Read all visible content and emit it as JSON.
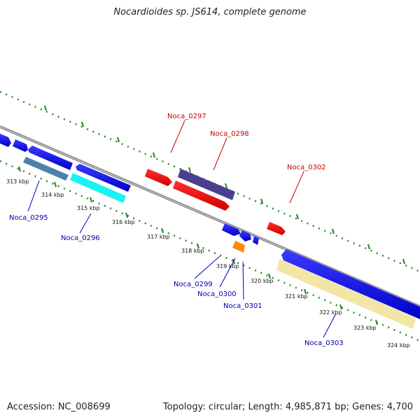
{
  "title": "Nocardioides sp. JS614, complete genome",
  "footer": {
    "accession": "Accession: NC_008699",
    "info": "Topology: circular; Length: 4,985,871 bp; Genes: 4,700"
  },
  "colors": {
    "backbone": "#8c8c8c",
    "dotted_track": "#2e8b2e",
    "forward_label": "#cc0000",
    "reverse_label": "#0000aa",
    "forward_gene": "#ff0000",
    "reverse_gene": "#1010ee",
    "slate_gene": "#4e7fae",
    "purple_gene": "#4a3f8f",
    "cyan_gene": "#19f2f2",
    "orange_gene": "#ff8c00",
    "khaki_gene": "#f2e6a6"
  },
  "ticks": [
    {
      "label": "313 kbp"
    },
    {
      "label": "314 kbp"
    },
    {
      "label": "315 kbp"
    },
    {
      "label": "316 kbp"
    },
    {
      "label": "317 kbp"
    },
    {
      "label": "318 kbp"
    },
    {
      "label": "319 kbp"
    },
    {
      "label": "320 kbp"
    },
    {
      "label": "321 kbp"
    },
    {
      "label": "322 kbp"
    },
    {
      "label": "323 kbp"
    },
    {
      "label": "324 kbp"
    }
  ],
  "forward_labels": [
    "Noca_0297",
    "Noca_0298",
    "Noca_0302"
  ],
  "reverse_labels": [
    "Noca_0295",
    "Noca_0296",
    "Noca_0299",
    "Noca_0300",
    "Noca_0301",
    "Noca_0303"
  ]
}
